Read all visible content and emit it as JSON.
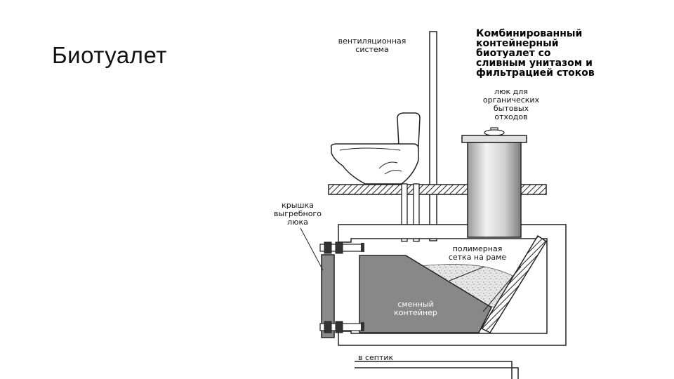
{
  "slide": {
    "title": "Биотуалет"
  },
  "diagram": {
    "heading": [
      "Комбинированный",
      "контейнерный",
      "биотуалет со",
      "сливным унитазом и",
      "фильтрацией стоков"
    ],
    "ventilation_label": [
      "вентиляционная",
      "система"
    ],
    "hatch_label": [
      "люк для",
      "органических",
      "бытовых",
      "отходов"
    ],
    "cover_label": [
      "крышка",
      "выгребного",
      "люка"
    ],
    "mesh_label": [
      "полимерная",
      "сетка на раме"
    ],
    "container_label": [
      "сменный",
      "контейнер"
    ],
    "septic_label": "в септик"
  }
}
